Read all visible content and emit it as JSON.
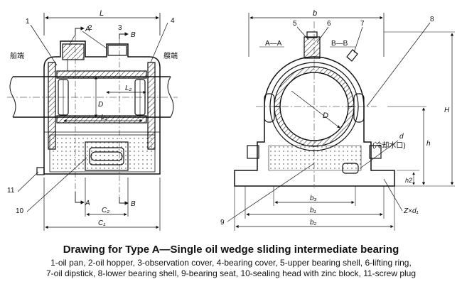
{
  "drawing": {
    "left_view": {
      "dims": {
        "L": "L",
        "L2": "L₂",
        "L1": "L₁",
        "C2": "C₂",
        "C1": "C₁"
      },
      "section_marks": {
        "A": "A",
        "B": "B"
      },
      "side_left": "船端",
      "side_right": "艘端",
      "shaft_dia": "D"
    },
    "right_view": {
      "dims": {
        "b": "b",
        "b3": "b₃",
        "b1": "b₁",
        "b2": "b₂",
        "H": "H",
        "h": "h",
        "h2": "h2",
        "D": "D",
        "d": "d",
        "Zd1": "Z×d₁"
      },
      "section_aa": "A—A",
      "section_bb": "B—B",
      "cooling_port": "(冷却水口)"
    },
    "callouts": [
      "1",
      "2",
      "3",
      "4",
      "5",
      "6",
      "7",
      "8",
      "9",
      "10",
      "11"
    ]
  },
  "caption": {
    "title": "Drawing for Type A—Single oil wedge sliding intermediate bearing",
    "line1": "1-oil pan, 2-oil hopper, 3-observation cover, 4-bearing cover, 5-upper bearing shell, 6-lifting ring,",
    "line2": "7-oil dipstick, 8-lower bearing shell, 9-bearing seat, 10-sealing head with zinc block, 11-screw plug"
  }
}
